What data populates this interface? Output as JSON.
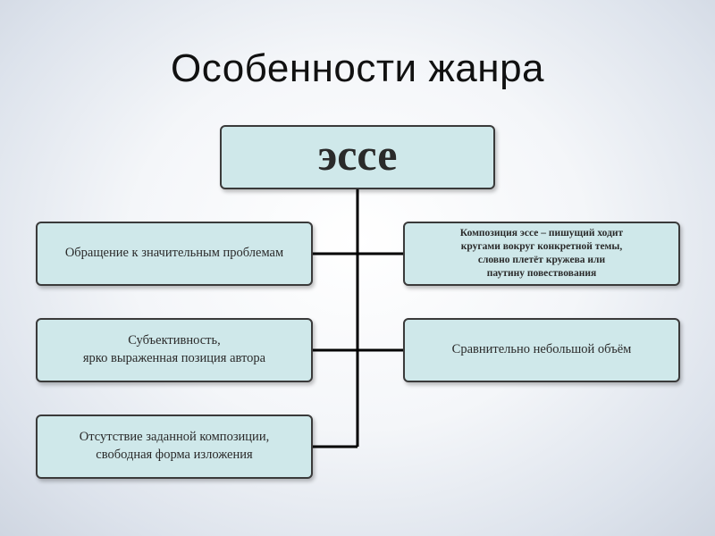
{
  "title": "Особенности жанра",
  "root": "эссе",
  "features_left": [
    "Обращение к значительным проблемам",
    "Субъективность,\nярко выраженная позиция автора",
    "Отсутствие заданной композиции,\nсвободная форма изложения"
  ],
  "features_right": [
    "Композиция эссе – пишущий ходит\nкругами вокруг конкретной темы,\nсловно плетёт кружева или\nпаутину повествования",
    "Сравнительно небольшой объём"
  ],
  "colors": {
    "node_fill": "#cfe8ea",
    "node_border": "#3a3a3a",
    "connector": "#000000"
  }
}
